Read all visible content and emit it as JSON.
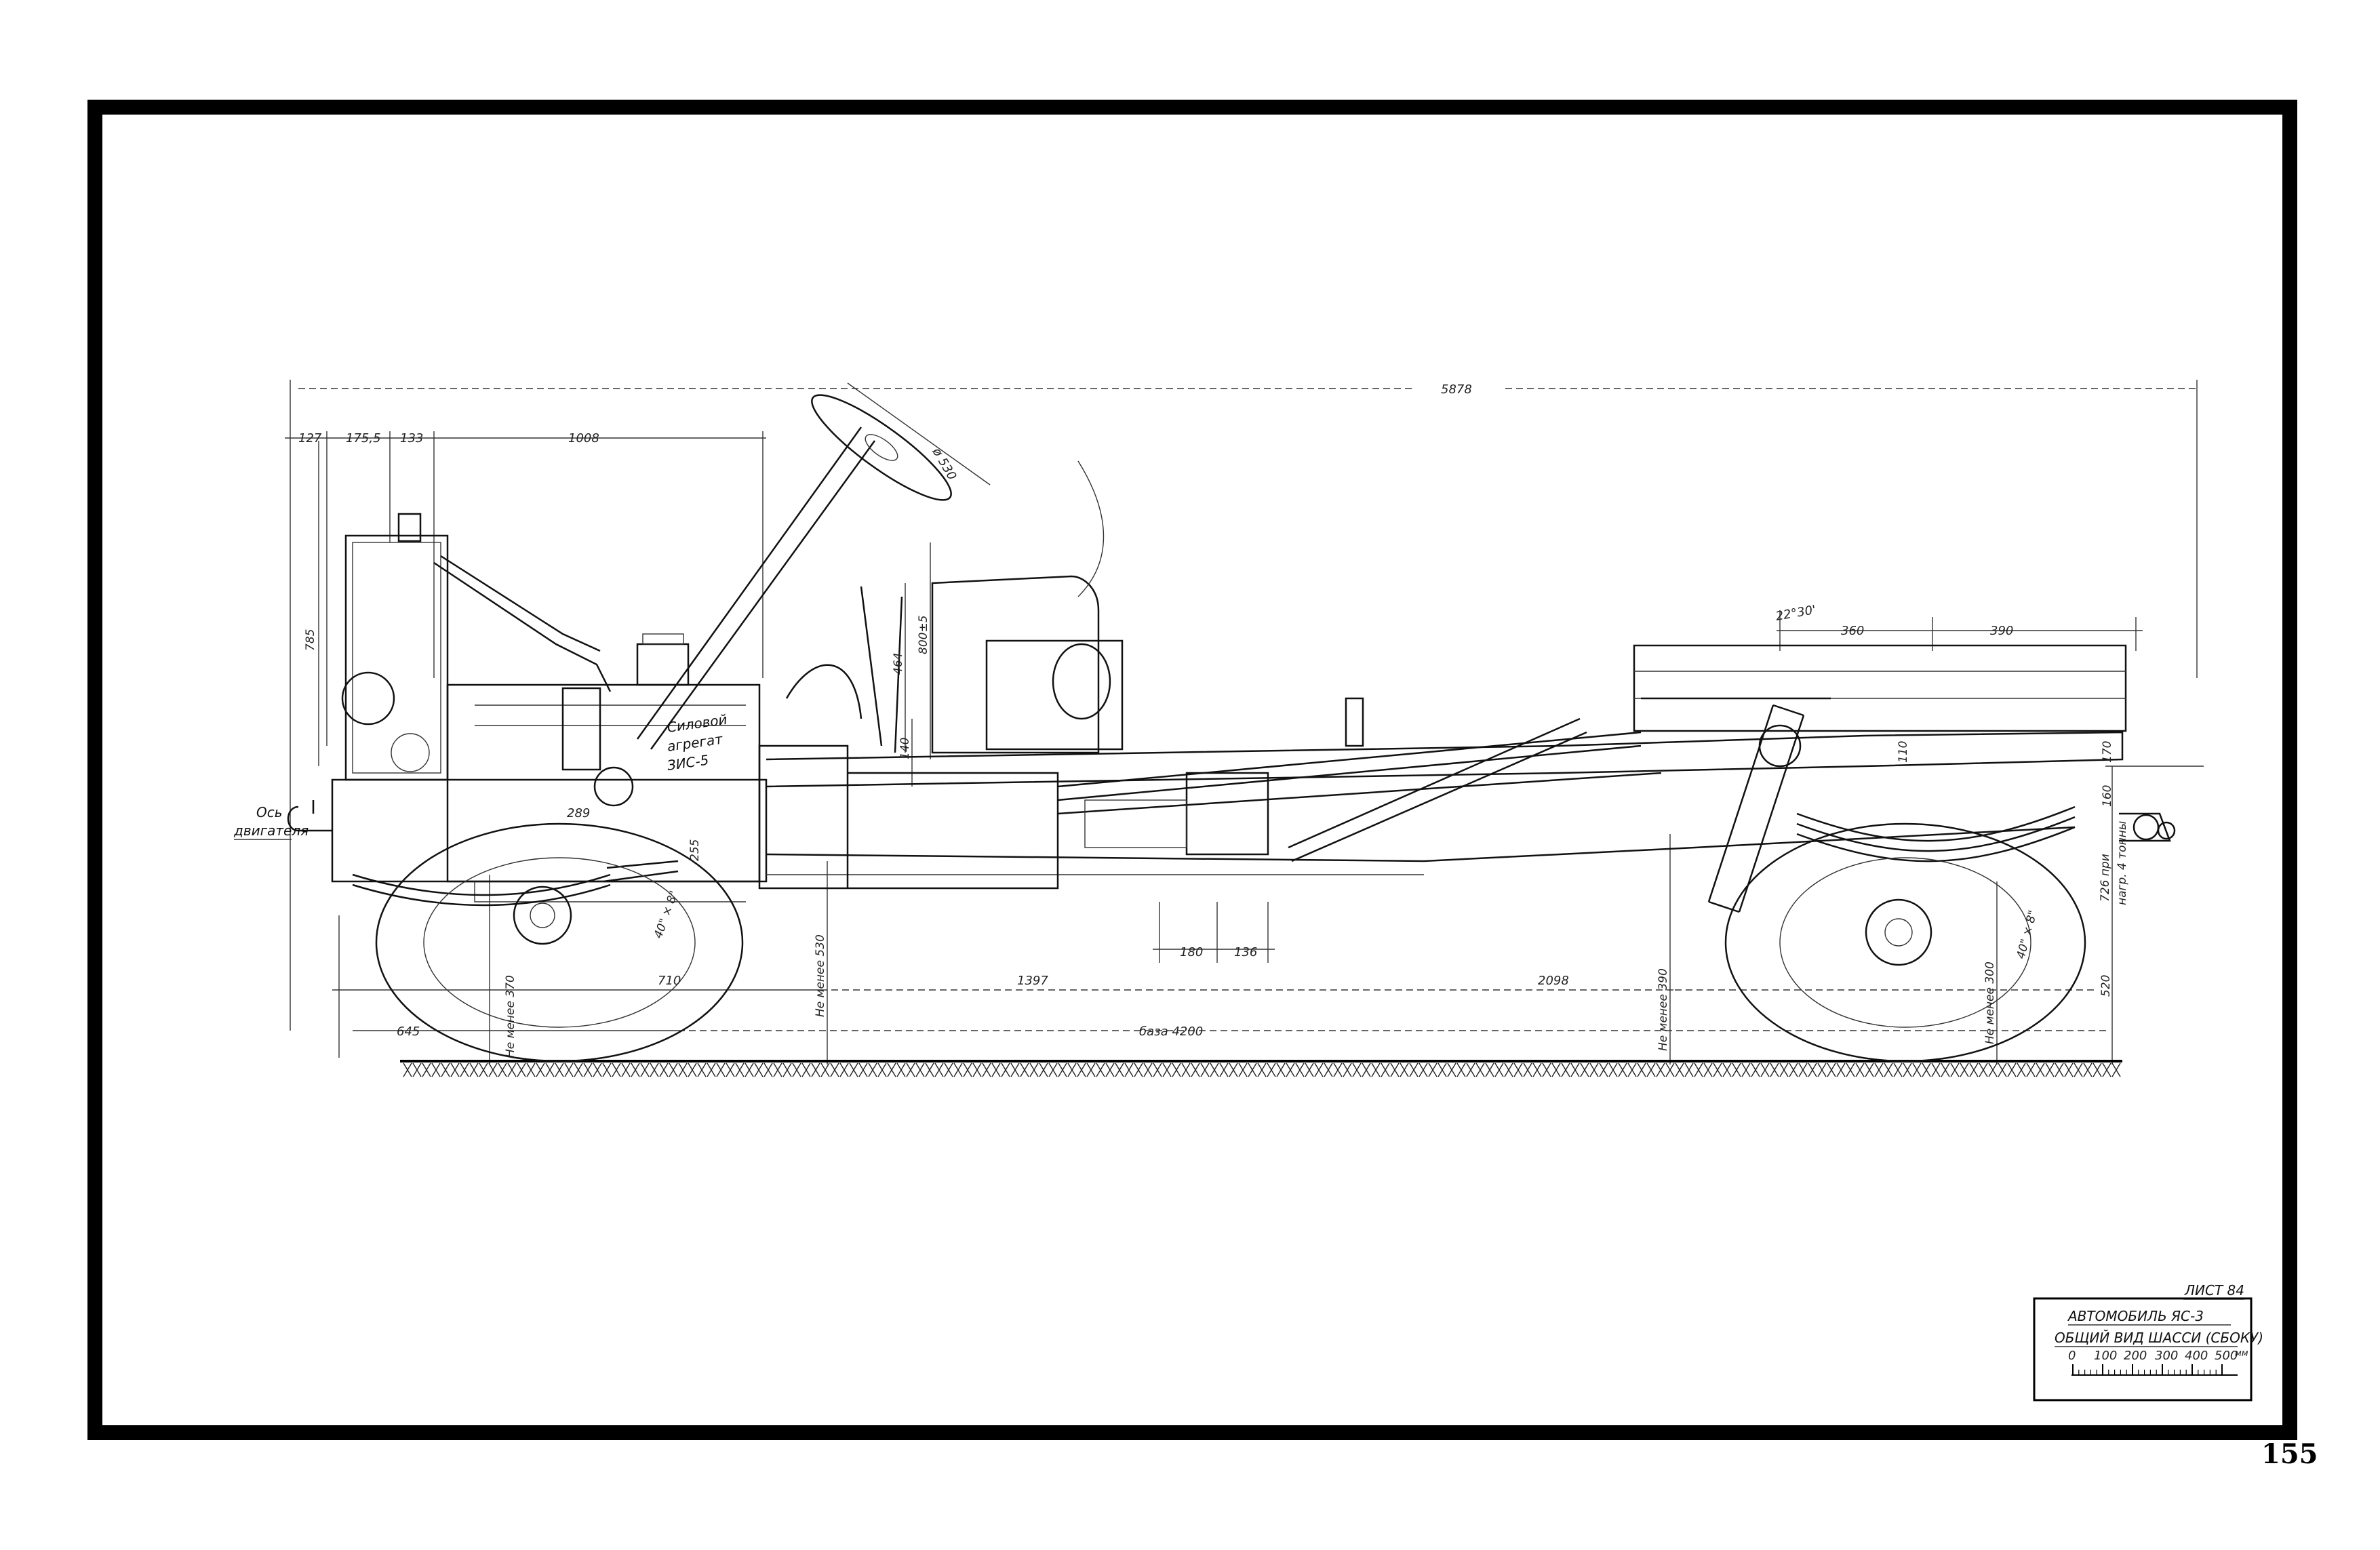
{
  "page_number": "155",
  "title_block": {
    "sheet": "ЛИСТ 84",
    "line1": "АВТОМОБИЛЬ ЯС-3",
    "line2": "ОБЩИЙ ВИД ШАССИ (СБОКУ)",
    "scale_ticks": [
      "0",
      "100",
      "200",
      "300",
      "400",
      "500"
    ],
    "scale_unit": "мм"
  },
  "labels": {
    "engine_axis_1": "Ось",
    "engine_axis_2": "двигателя",
    "power_unit_1": "Силовой",
    "power_unit_2": "агрегат",
    "power_unit_3": "ЗИС-5"
  },
  "dimensions": {
    "overall": "5878",
    "top_127": "127",
    "top_1755": "175,5",
    "top_133": "133",
    "top_1008": "1008",
    "wheel_dia": "ø 530",
    "angle": "22°30'",
    "rear_360": "360",
    "rear_390": "390",
    "v_785": "785",
    "v_464": "464",
    "v_800": "800±5",
    "v_140": "140",
    "v_110": "110",
    "v_170": "170",
    "v_160": "160",
    "h_289": "289",
    "v_255": "255",
    "tire_front": "40\" × 8\"",
    "tire_rear": "40\" × 8\"",
    "h_180": "180",
    "h_136": "136",
    "h_710": "710",
    "h_1397": "1397",
    "h_2098": "2098",
    "h_645": "645",
    "base": "база 4200",
    "min_370": "Не менее 370",
    "min_530": "Не менее 530",
    "min_390": "Не менее 390",
    "min_300": "Не менее 300",
    "v_520": "520",
    "hitch_1": "726 при",
    "hitch_2": "нагр. 4 тонны"
  }
}
